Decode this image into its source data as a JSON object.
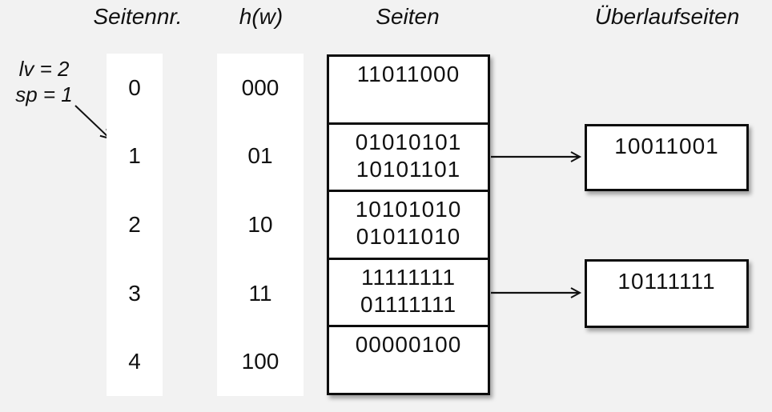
{
  "colors": {
    "background": "#f2f2f2",
    "box_fill": "#ffffff",
    "line": "#111111"
  },
  "annotation": {
    "lv": "lv = 2",
    "sp": "sp = 1"
  },
  "headers": {
    "seitennr": "Seitennr.",
    "hash": "h(w)",
    "seiten": "Seiten",
    "ueberlauf": "Überlaufseiten"
  },
  "rows": [
    {
      "nr": "0",
      "hash": "000",
      "values": [
        "11011000"
      ]
    },
    {
      "nr": "1",
      "hash": "01",
      "values": [
        "01010101",
        "10101101"
      ],
      "overflow": "10011001"
    },
    {
      "nr": "2",
      "hash": "10",
      "values": [
        "10101010",
        "01011010"
      ]
    },
    {
      "nr": "3",
      "hash": "11",
      "values": [
        "11111111",
        "01111111"
      ],
      "overflow": "10111111"
    },
    {
      "nr": "4",
      "hash": "100",
      "values": [
        "00000100"
      ]
    }
  ]
}
